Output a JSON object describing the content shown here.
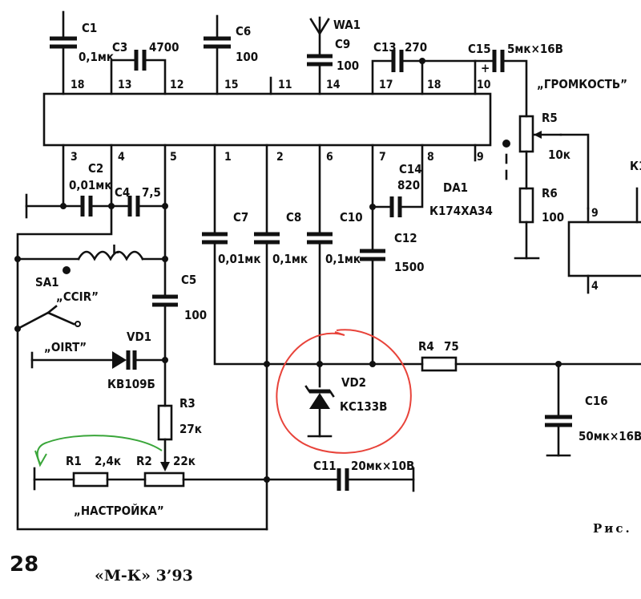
{
  "ic": {
    "name": "DA1",
    "type": "К174ХА34",
    "pins_top": [
      "18",
      "13",
      "12",
      "15",
      "11",
      "14",
      "17",
      "18",
      "10"
    ],
    "pins_bottom": [
      "3",
      "4",
      "5",
      "1",
      "2",
      "6",
      "7",
      "8",
      "9"
    ]
  },
  "components": {
    "c1": {
      "ref": "C1",
      "value": "0,1мк"
    },
    "c3": {
      "ref": "C3",
      "value": "4700"
    },
    "c6": {
      "ref": "C6",
      "value": "100"
    },
    "c9": {
      "ref": "C9",
      "value": "100"
    },
    "wa1": {
      "ref": "WA1"
    },
    "c13": {
      "ref": "C13",
      "value": "270"
    },
    "c15": {
      "ref": "C15",
      "value": "5мк×16В",
      "polarity": "+"
    },
    "c2": {
      "ref": "C2",
      "value": "0,01мк"
    },
    "c4": {
      "ref": "C4",
      "value": "7,5"
    },
    "c14": {
      "ref": "C14",
      "value": "820"
    },
    "c7": {
      "ref": "C7",
      "value": "0,01мк"
    },
    "c8": {
      "ref": "C8",
      "value": "0,1мк"
    },
    "c10": {
      "ref": "C10",
      "value": "0,1мк"
    },
    "c12": {
      "ref": "C12",
      "value": "1500"
    },
    "c5": {
      "ref": "C5",
      "value": "100"
    },
    "l": {
      "ref": "L"
    },
    "sa1": {
      "ref": "SA1",
      "pos1": "„CCIR”",
      "pos2": "„OIRT”"
    },
    "vd1": {
      "ref": "VD1",
      "value": "КВ109Б"
    },
    "vd2": {
      "ref": "VD2",
      "value": "КС133В"
    },
    "r3": {
      "ref": "R3",
      "value": "27к"
    },
    "r1": {
      "ref": "R1",
      "value": "2,4к"
    },
    "r2": {
      "ref": "R2",
      "value": "22к"
    },
    "r4": {
      "ref": "R4",
      "value": "75"
    },
    "r5": {
      "ref": "R5",
      "value": "10к"
    },
    "r6": {
      "ref": "R6",
      "value": "100"
    },
    "c11": {
      "ref": "C11",
      "value": "20мк×10В"
    },
    "c16": {
      "ref": "C16",
      "value": "50мк×16В"
    },
    "k1": {
      "ref": "К1"
    },
    "k_pins": [
      "9",
      "4"
    ]
  },
  "labels": {
    "volume": "„ГРОМКОСТЬ”",
    "tuning": "„НАСТРОЙКА”",
    "figure": "Рис."
  },
  "footer": {
    "page_number": "28",
    "journal": "«М-К» 3’93"
  },
  "annotation_colors": {
    "circle": "#e8433a",
    "arrow": "#3aa63a"
  }
}
